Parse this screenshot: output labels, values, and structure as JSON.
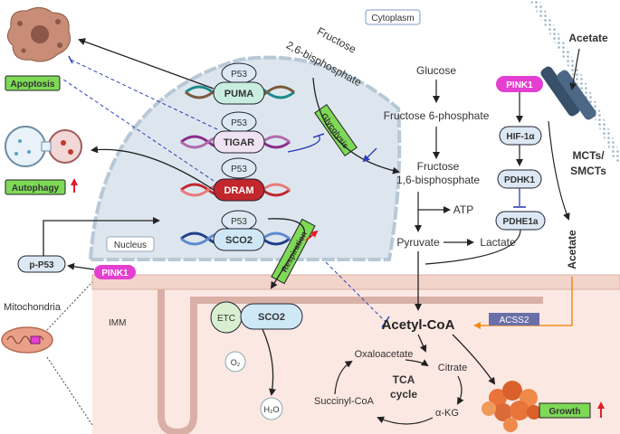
{
  "labels": {
    "cytoplasm": "Cytoplasm",
    "nucleus": "Nucleus",
    "mitochondria": "Mitochondria",
    "imm": "IMM",
    "acetate_top": "Acetate",
    "acetate_side": "Acetate",
    "mct_line1": "MCTs/",
    "mct_line2": "SMCTs"
  },
  "p53_genes": [
    {
      "p53": "P53",
      "gene": "PUMA",
      "color": "#c9eee0"
    },
    {
      "p53": "P53",
      "gene": "TIGAR",
      "color": "#efe3f3"
    },
    {
      "p53": "P53",
      "gene": "DRAM",
      "color": "#c1272d"
    },
    {
      "p53": "P53",
      "gene": "SCO2",
      "color": "#cfe8f8"
    }
  ],
  "green_tags": {
    "apoptosis": "Apoptosis",
    "autophagy": "Autophagy",
    "glycolysis": "Glycolysis",
    "respiration": "Respiration",
    "growth": "Growth"
  },
  "glycolysis": {
    "f26bp_line1": "Fructose",
    "f26bp_line2": "2,6-bisphosphate",
    "glucose": "Glucose",
    "f6p": "Fructose 6-phosphate",
    "f16bp_line1": "Fructose",
    "f16bp_line2": "1,6-bisphosphate",
    "atp": "ATP",
    "pyruvate": "Pyruvate",
    "lactate": "Lactate"
  },
  "pink1_pathway": {
    "pink1_top": "PINK1",
    "hif": "HIF-1α",
    "pdhk1": "PDHK1",
    "pdhe1a": "PDHE1a",
    "pink1_left": "PINK1",
    "pp53": "p-P53"
  },
  "mito": {
    "etc": "ETC",
    "sco2": "SCO2",
    "o2": "O₂",
    "h2o": "H₂O",
    "acetyl_coa": "Acetyl-CoA",
    "acss2": "ACSS2"
  },
  "tca": {
    "center_line1": "TCA",
    "center_line2": "cycle",
    "oxaloacetate": "Oxaloacetate",
    "citrate": "Citrate",
    "akg": "α-KG",
    "succinyl": "Succinyl-CoA"
  },
  "colors": {
    "green_tag": "#7ed957",
    "pink": "#e53fd1",
    "red_arrow": "#e11d2a",
    "blue_inhibit": "#2b3fb8",
    "orange_arrow": "#f08a1c",
    "nucleus_fill": "#dde6ee",
    "mito_fill": "#fce8e2"
  }
}
